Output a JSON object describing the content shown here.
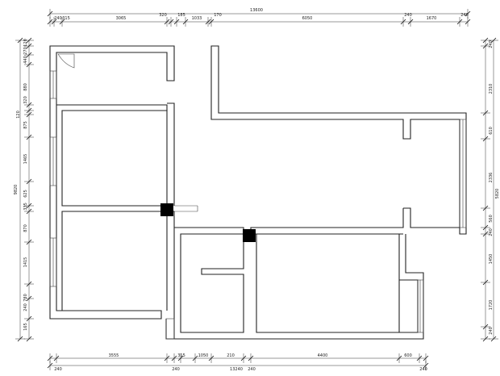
{
  "dimensions": {
    "top_overall": "13600",
    "top": [
      "240",
      "315",
      "3065",
      "320",
      "185",
      "1033",
      "170",
      "6050",
      "240",
      "1670",
      "240"
    ],
    "bottom_overall": "13240",
    "bottom": [
      "240",
      "3555",
      "240",
      "315",
      "1050",
      "210",
      "240",
      "4400",
      "600",
      "240"
    ],
    "left_overall": "9820",
    "left": [
      "120",
      "270",
      "440",
      "880",
      "320",
      "120",
      "875",
      "1465",
      "625",
      "335",
      "870",
      "1415",
      "240",
      "730",
      "165"
    ],
    "right_overall": "5820",
    "right": [
      "240",
      "2310",
      "610",
      "2336",
      "560",
      "240",
      "1450",
      "1720",
      "240"
    ]
  }
}
